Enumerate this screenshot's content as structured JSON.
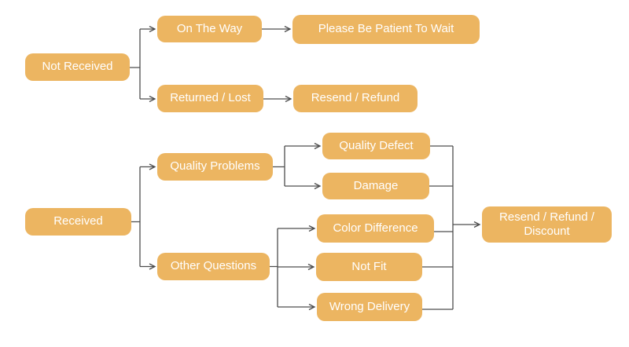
{
  "diagram": {
    "title": "Order issue resolution flowchart",
    "colors": {
      "node_fill": "#ECB561",
      "node_text": "#FFFFFF",
      "connector": "#4D4D4D",
      "background": "#FFFFFF"
    },
    "nodes": {
      "not_received": {
        "label": "Not Received"
      },
      "on_the_way": {
        "label": "On The Way"
      },
      "please_wait": {
        "label": "Please Be Patient To Wait"
      },
      "returned_lost": {
        "label": "Returned / Lost"
      },
      "resend_refund": {
        "label": "Resend / Refund"
      },
      "received": {
        "label": "Received"
      },
      "quality_problems": {
        "label": "Quality Problems"
      },
      "other_questions": {
        "label": "Other Questions"
      },
      "quality_defect": {
        "label": "Quality Defect"
      },
      "damage": {
        "label": "Damage"
      },
      "color_difference": {
        "label": "Color Difference"
      },
      "not_fit": {
        "label": "Not Fit"
      },
      "wrong_delivery": {
        "label": "Wrong Delivery"
      },
      "resend_refund_discount": {
        "label": "Resend / Refund / Discount"
      }
    },
    "edges": [
      {
        "from": "Not Received",
        "to": "On The Way"
      },
      {
        "from": "Not Received",
        "to": "Returned / Lost"
      },
      {
        "from": "On The Way",
        "to": "Please Be Patient To Wait"
      },
      {
        "from": "Returned / Lost",
        "to": "Resend / Refund"
      },
      {
        "from": "Received",
        "to": "Quality Problems"
      },
      {
        "from": "Received",
        "to": "Other Questions"
      },
      {
        "from": "Quality Problems",
        "to": "Quality Defect"
      },
      {
        "from": "Quality Problems",
        "to": "Damage"
      },
      {
        "from": "Other Questions",
        "to": "Color Difference"
      },
      {
        "from": "Other Questions",
        "to": "Not Fit"
      },
      {
        "from": "Other Questions",
        "to": "Wrong Delivery"
      },
      {
        "from": "Quality Defect",
        "to": "Resend / Refund / Discount"
      },
      {
        "from": "Damage",
        "to": "Resend / Refund / Discount"
      },
      {
        "from": "Color Difference",
        "to": "Resend / Refund / Discount"
      },
      {
        "from": "Not Fit",
        "to": "Resend / Refund / Discount"
      },
      {
        "from": "Wrong Delivery",
        "to": "Resend / Refund / Discount"
      }
    ]
  }
}
